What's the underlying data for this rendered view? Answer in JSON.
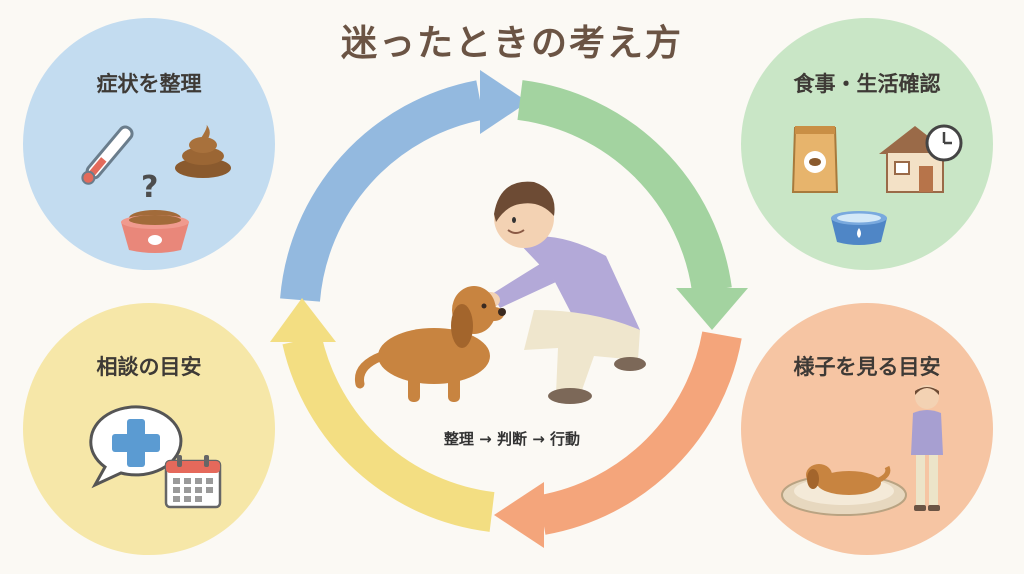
{
  "title": "迷ったときの考え方",
  "sections": {
    "symptoms": "症状を整理",
    "diet_life": "食事・生活確認",
    "consult": "相談の目安",
    "watch": "様子を見る目安"
  },
  "flow": {
    "step1": "整理",
    "step2": "判断",
    "step3": "行動",
    "arrow": "→"
  },
  "question_mark": "?",
  "colors": {
    "blue": "#93b9df",
    "green": "#a3d3a0",
    "orange": "#f4a57b",
    "yellow": "#f3de82"
  }
}
